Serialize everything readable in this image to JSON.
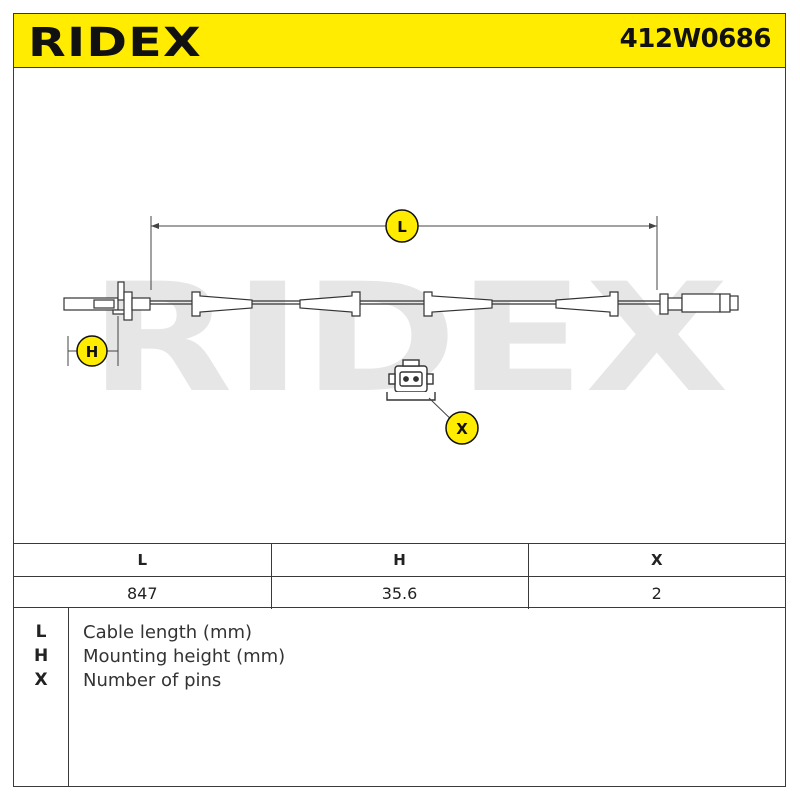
{
  "header": {
    "brand": "RIDEX",
    "part_number": "412W0686",
    "brand_color": "#111111",
    "background_color": "#ffec00"
  },
  "drawing": {
    "watermark": "RIDEX",
    "callouts": {
      "length": "L",
      "height": "H",
      "pins": "X"
    },
    "callout_color": "#ffec00",
    "icons": [
      "abs-sensor-cable-icon",
      "connector-2-pin-icon"
    ]
  },
  "specs": {
    "columns": [
      "L",
      "H",
      "X"
    ],
    "values": [
      "847",
      "35.6",
      "2"
    ]
  },
  "legend": {
    "items": [
      {
        "key": "L",
        "text": "Cable length (mm)"
      },
      {
        "key": "H",
        "text": "Mounting height (mm)"
      },
      {
        "key": "X",
        "text": "Number of pins"
      }
    ]
  }
}
